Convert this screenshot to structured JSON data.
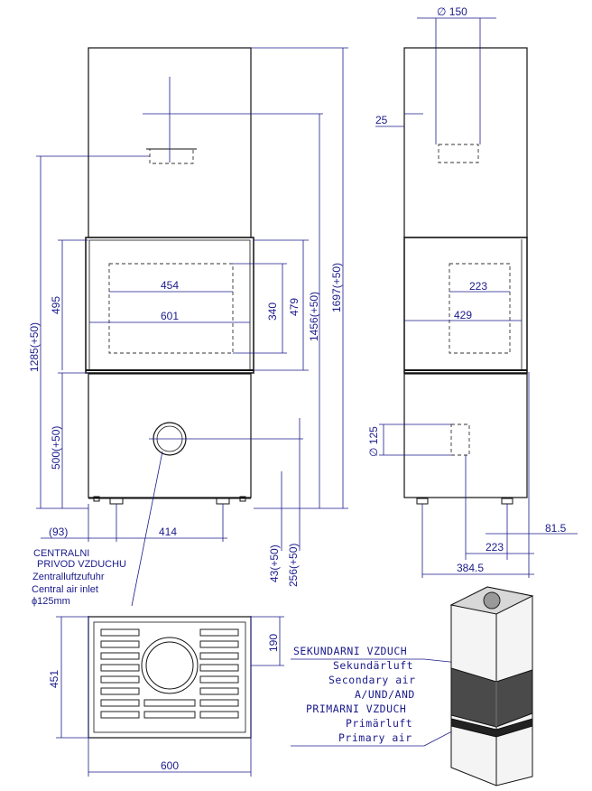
{
  "front_view": {
    "flue_diameter": "∅ 150",
    "lower_dim_454": "454",
    "lower_dim_601": "601",
    "dim_340": "340",
    "dim_479": "479",
    "dim_495": "495",
    "dim_1285": "1285(+50)",
    "dim_500": "500(+50)",
    "dim_1456": "1456(+50)",
    "dim_1697": "1697(+50)",
    "dim_93": "(93)",
    "dim_414": "414",
    "dim_43": "43(+50)",
    "dim_256": "256(+50)"
  },
  "side_view": {
    "dim_25": "25",
    "dim_223_window": "223",
    "dim_429": "429",
    "dim_125": "∅ 125",
    "dim_81_5": "81.5",
    "dim_223_base": "223",
    "dim_384_5": "384.5"
  },
  "plan_view": {
    "dim_190": "190",
    "dim_451": "451",
    "dim_600": "600"
  },
  "central_air_label": {
    "line1": "CENTRALNI",
    "line2": "PRIVOD VZDUCHU",
    "line3": "Zentralluftzufuhr",
    "line4": "Central air inlet",
    "line5": "ϕ125mm"
  },
  "air_legend": {
    "line1": "SEKUNDARNI VZDUCH",
    "line2": "Sekundärluft",
    "line3": "Secondary air",
    "line4": "A/UND/AND",
    "line5": "PRIMARNI VZDUCH",
    "line6": "Primärluft",
    "line7": "Primary air"
  }
}
